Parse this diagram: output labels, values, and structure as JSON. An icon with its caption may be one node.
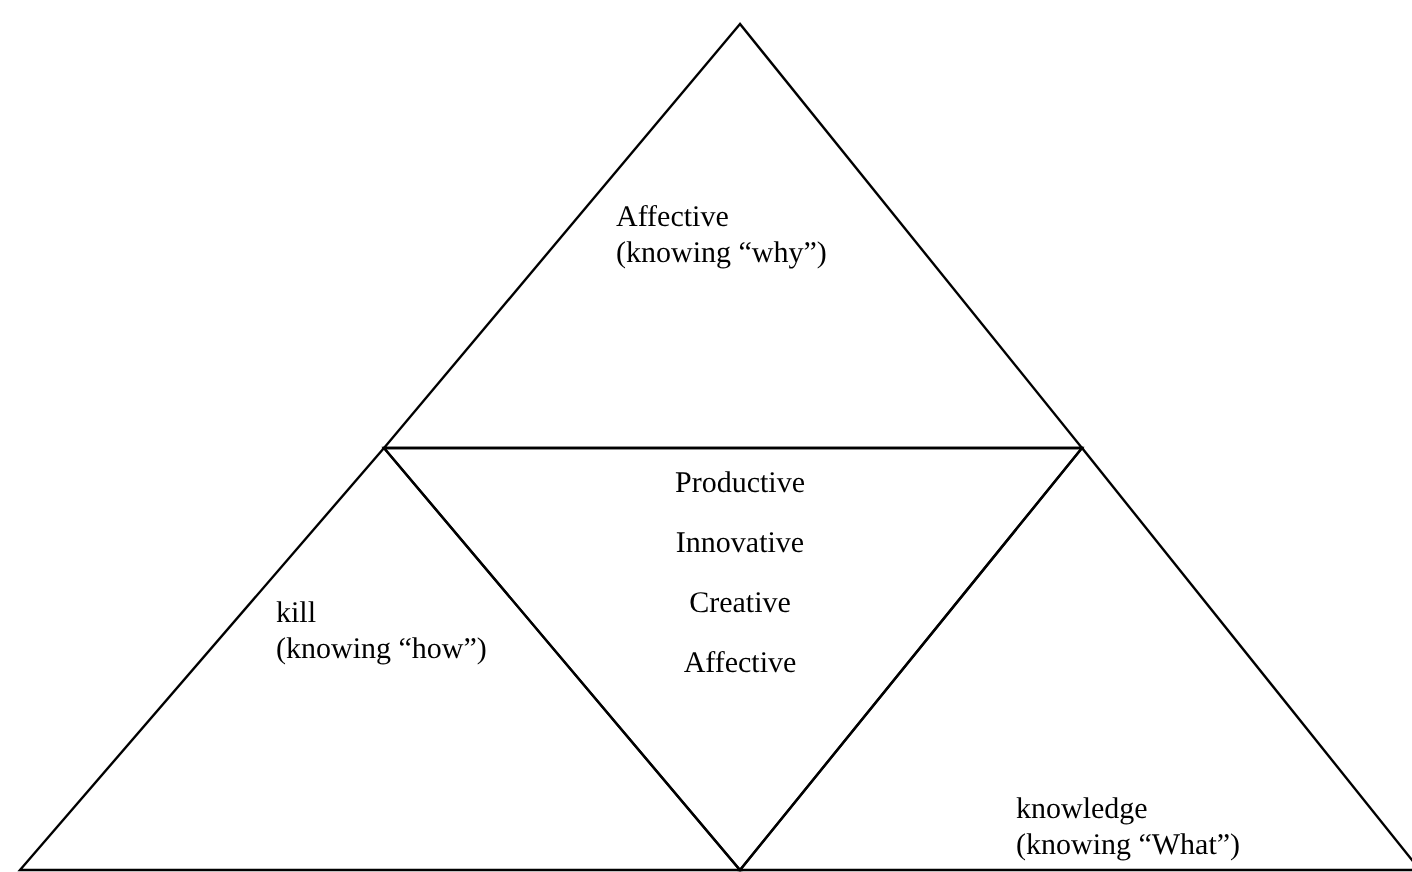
{
  "diagram": {
    "nodes": [
      {
        "text": [
          "Affective (knowing “why”)"
        ]
      },
      {
        "text": [
          "Productive",
          "Innovative",
          "Creative",
          "Affective"
        ]
      },
      {
        "text": [
          "kill (knowing “how”)"
        ]
      },
      {
        "text": [
          "knowledge (knowing “What”)"
        ]
      }
    ]
  }
}
